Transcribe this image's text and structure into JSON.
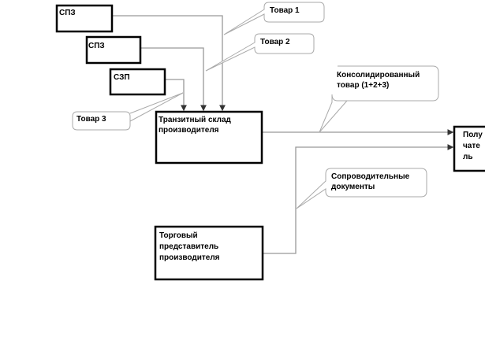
{
  "nodes": {
    "spz1": "СПЗ",
    "spz2": "СПЗ",
    "szp": "СЗП",
    "transit": [
      "Транзитный склад",
      "производителя"
    ],
    "recipient": [
      "Полу",
      "чате",
      "ль"
    ],
    "sales_rep": [
      "Торговый",
      "представитель",
      "производителя"
    ]
  },
  "callouts": {
    "goods1": "Товар 1",
    "goods2": "Товар 2",
    "goods3": "Товар 3",
    "consolidated": [
      "Консолидированный",
      "товар (1+2+3)"
    ],
    "documents": [
      "Сопроводительные",
      "документы"
    ]
  }
}
